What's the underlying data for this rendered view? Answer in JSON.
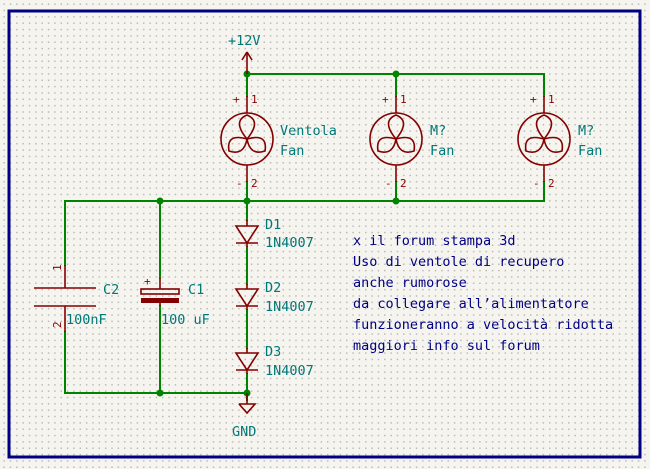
{
  "power": {
    "vcc_label": "+12V",
    "gnd_label": "GND"
  },
  "fans": [
    {
      "ref": "Ventola",
      "value": "Fan",
      "pin_plus": "+",
      "pin1": "1",
      "pin_minus": "-",
      "pin2": "2"
    },
    {
      "ref": "M?",
      "value": "Fan",
      "pin_plus": "+",
      "pin1": "1",
      "pin_minus": "-",
      "pin2": "2"
    },
    {
      "ref": "M?",
      "value": "Fan",
      "pin_plus": "+",
      "pin1": "1",
      "pin_minus": "-",
      "pin2": "2"
    }
  ],
  "diodes": [
    {
      "ref": "D1",
      "value": "1N4007"
    },
    {
      "ref": "D2",
      "value": "1N4007"
    },
    {
      "ref": "D3",
      "value": "1N4007"
    }
  ],
  "capacitors": [
    {
      "ref": "C2",
      "value": "100nF",
      "pin1": "1",
      "pin2": "2"
    },
    {
      "ref": "C1",
      "value": "100 uF",
      "polarity": "+"
    }
  ],
  "notes": [
    "x il forum stampa 3d",
    "Uso di ventole di recupero",
    "anche rumorose",
    "da collegare all’alimentatore",
    "funzioneranno a velocità ridotta",
    "maggiori info sul forum"
  ],
  "colors": {
    "wire": "#008400",
    "component": "#840000",
    "text": "#007878",
    "note": "#000084",
    "frame": "#000084"
  }
}
